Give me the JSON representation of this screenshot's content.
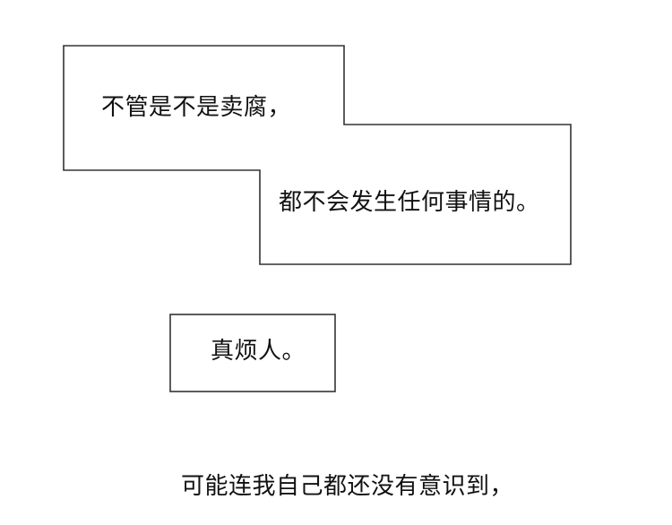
{
  "panels": [
    {
      "text": "不管是不是卖腐，"
    },
    {
      "text": "都不会发生任何事情的。"
    },
    {
      "text": "真烦人。"
    }
  ],
  "footer_text": "可能连我自己都还没有意识到，",
  "colors": {
    "background": "#ffffff",
    "border": "#333333",
    "text": "#111111"
  }
}
